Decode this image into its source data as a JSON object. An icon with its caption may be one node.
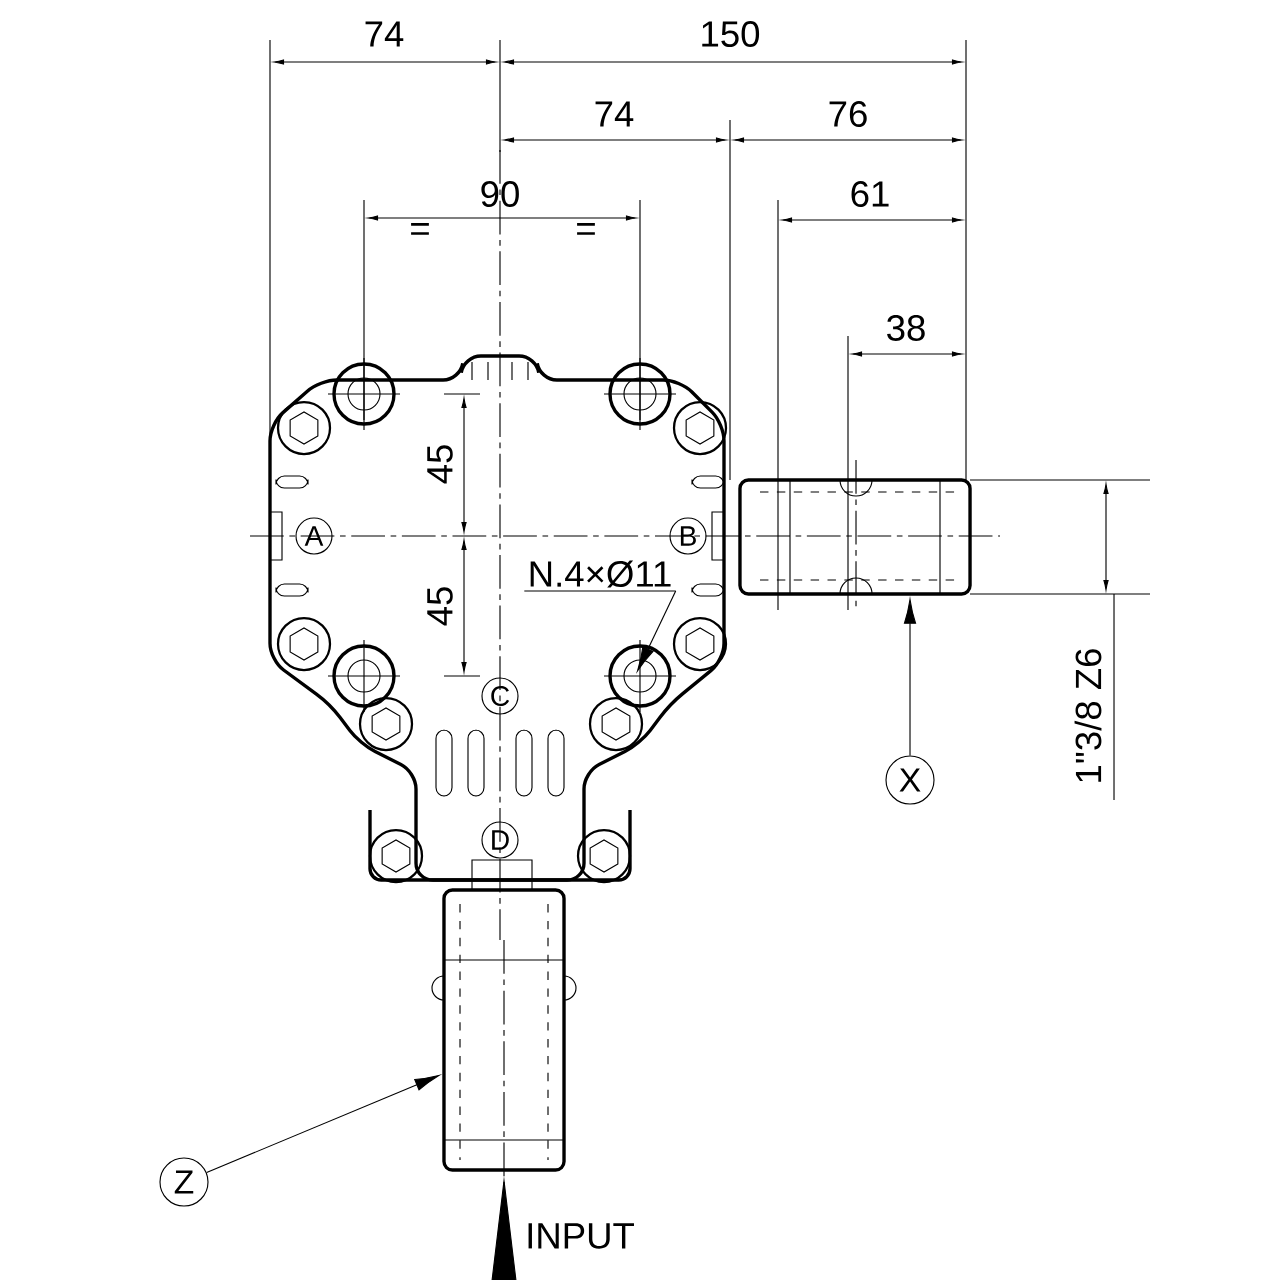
{
  "diagram": {
    "nodes": [
      {
        "text": [
          "A"
        ]
      },
      {
        "text": [
          "B"
        ]
      },
      {
        "text": [],
        "shape": "picture"
      },
      {
        "text": [
          "N.4×Ø11"
        ]
      },
      {
        "text": [
          "C"
        ]
      },
      {
        "text": [
          "X"
        ]
      },
      {
        "text": [
          "D"
        ]
      },
      {
        "text": [],
        "shape": "picture"
      },
      {
        "text": [
          "Z"
        ]
      }
    ],
    "edges": [
      {
        "from": 5,
        "to": 2,
        "arrow": "to"
      },
      {
        "from": 8,
        "to": 7,
        "arrow": "to"
      },
      {
        "from": 3,
        "to": null,
        "arrow": "to"
      }
    ],
    "labels": [
      "74",
      "150",
      "74",
      "76",
      "90",
      "=",
      "=",
      "61",
      "38",
      "45",
      "45",
      "1\"3/8 Z6",
      "INPUT"
    ]
  }
}
